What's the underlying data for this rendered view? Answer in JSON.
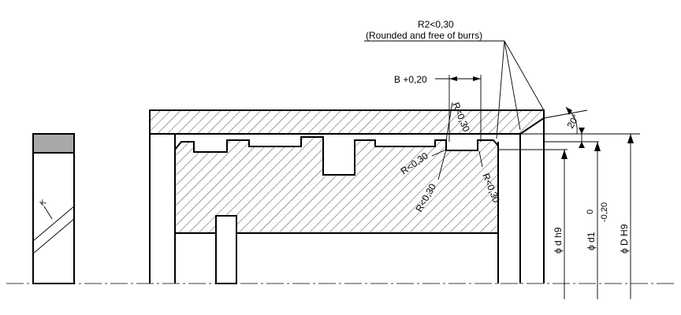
{
  "labels": {
    "edge_radius": "R2<0,30",
    "edge_note": "(Rounded and free of burrs)",
    "groove_width": "B +0,20",
    "radius_top": "R<0,30",
    "radius_left": "R<0,30",
    "radius_bottom": "R<0,30",
    "radius_right": "R<0,30",
    "chamfer_angle": "20°",
    "dim_d": "ϕ d h9",
    "dim_d1": "ϕ d1",
    "dim_d1_upper": "0",
    "dim_d1_lower": "-0,20",
    "dim_D": "ϕ D H9",
    "edge_mark": "K"
  },
  "colors": {
    "line": "#000000",
    "seal_fill": "#a8a8a8"
  }
}
